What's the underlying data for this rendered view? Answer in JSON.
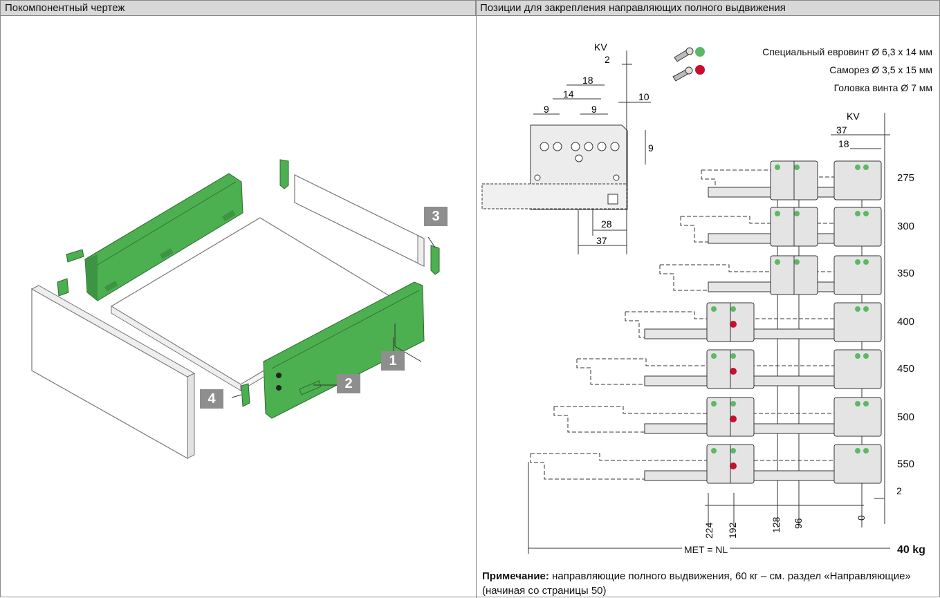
{
  "headers": {
    "left": "Покомпонентный чертеж",
    "right": "Позиции для закрепления направляющих полного выдвижения"
  },
  "callouts": [
    "1",
    "2",
    "3",
    "4"
  ],
  "legend": {
    "euroscrew": "Специальный евровинт Ø 6,3 x 14 мм",
    "selftap": "Саморез Ø 3,5 x 15 мм",
    "head": "Головка винта Ø 7 мм"
  },
  "colors": {
    "green": "#5cb865",
    "red": "#c8102e",
    "part_green": "#4caf50",
    "gray": "#8e8e8e"
  },
  "detail_dims": {
    "kv": "KV",
    "d2": "2",
    "d18": "18",
    "d14": "14",
    "d10": "10",
    "d9a": "9",
    "d9b": "9",
    "d9v": "9",
    "d28": "28",
    "d37": "37"
  },
  "main_dims": {
    "kv": "KV",
    "d37": "37",
    "d18": "18",
    "d2": "2"
  },
  "rows": [
    "275",
    "300",
    "350",
    "400",
    "450",
    "500",
    "550"
  ],
  "bottom_dims": [
    "224",
    "192",
    "128",
    "96",
    "0"
  ],
  "met_nl": "MET = NL",
  "weight": "40 kg",
  "note": {
    "bold": "Примечание:",
    "text": " направляющие полного выдвижения, 60 кг – см. раздел «Направляющие» (начиная со страницы 50)"
  }
}
